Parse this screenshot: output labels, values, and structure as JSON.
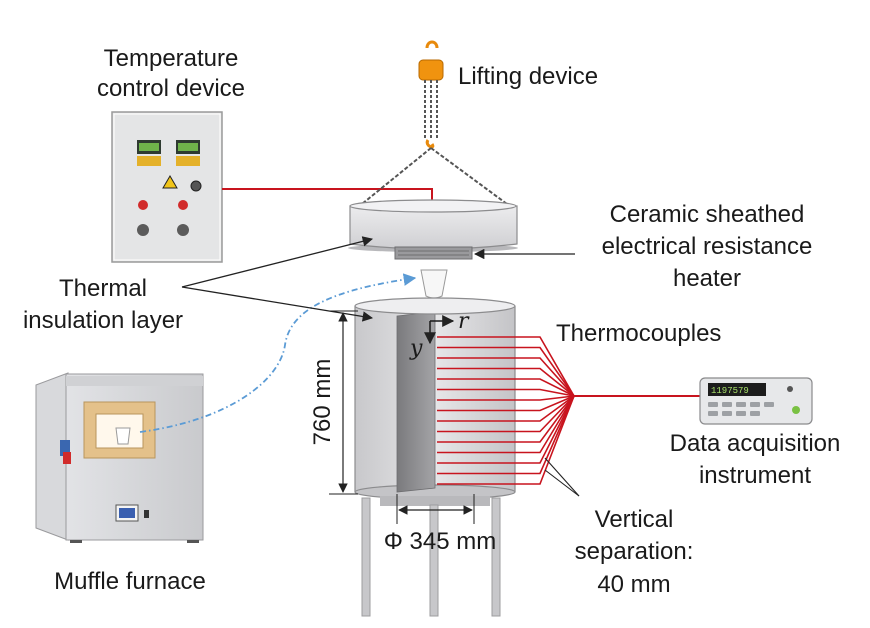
{
  "labels": {
    "temperature_control_line1": "Temperature",
    "temperature_control_line2": "control device",
    "lifting_device": "Lifting device",
    "heater_line1": "Ceramic sheathed",
    "heater_line2": "electrical resistance",
    "heater_line3": "heater",
    "insulation_line1": "Thermal",
    "insulation_line2": "insulation layer",
    "thermocouples": "Thermocouples",
    "daq_line1": "Data acquisition",
    "daq_line2": "instrument",
    "height_dim": "760 mm",
    "diameter_dim": "Φ 345 mm",
    "separation_line1": "Vertical",
    "separation_line2": "separation:",
    "separation_line3": "40 mm",
    "muffle_furnace": "Muffle furnace",
    "axis_r": "r",
    "axis_y": "y"
  },
  "daq_display": "1197579",
  "colors": {
    "wire": "#c8141e",
    "arrow": "#222222",
    "dash_path": "#5b9bd5",
    "cylinder_outer": "#d4d4d6",
    "cylinder_core": "#8c8c8e",
    "panel": "#e8e8e8"
  }
}
